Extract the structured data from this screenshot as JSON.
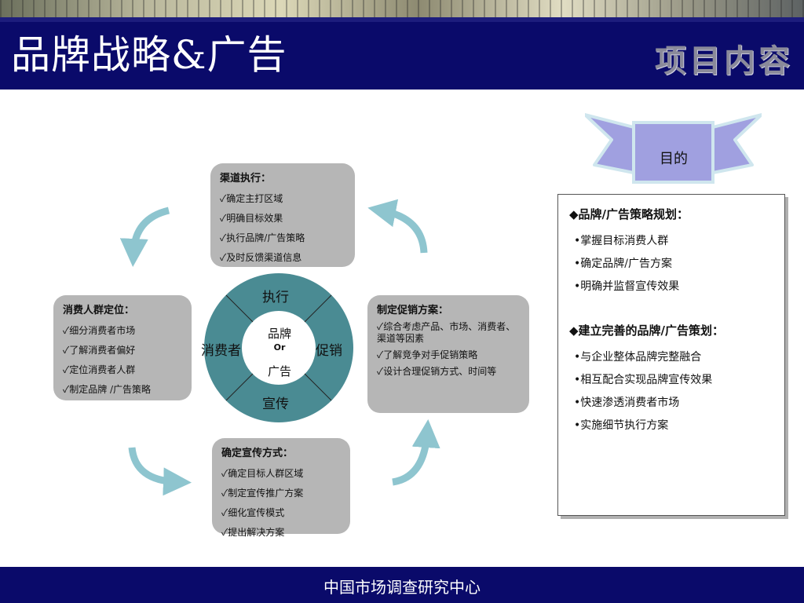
{
  "slide": {
    "title": "品牌战略&广告",
    "section": "项目内容",
    "footer": "中国市场调查研究中心"
  },
  "cards": {
    "channel": {
      "title": "渠道执行：",
      "items": [
        "✓确定主打区域",
        "✓明确目标效果",
        "✓执行品牌/广告策略",
        "✓及时反馈渠道信息"
      ]
    },
    "consumer": {
      "title": "消费人群定位：",
      "items": [
        "✓细分消费者市场",
        "✓了解消费者偏好",
        "✓定位消费者人群",
        "✓制定品牌  /广告策略"
      ]
    },
    "promotion": {
      "title": "制定促销方案：",
      "items": [
        "✓综合考虑产品、市场、消费者、渠道等因素",
        "✓了解竞争对手促销策略",
        "✓设计合理促销方式、时间等"
      ]
    },
    "publicity": {
      "title": "确定宣传方式：",
      "items": [
        "✓确定目标人群区域",
        "✓制定宣传推广方案",
        "✓细化宣传模式",
        "✓提出解决方案"
      ]
    }
  },
  "ring": {
    "top": "执行",
    "left": "消费者",
    "right": "促销",
    "bottom": "宣传",
    "center_top": "品牌",
    "center_mid": "Or",
    "center_bottom": "广告"
  },
  "purpose": {
    "ribbon": "目的",
    "group1": {
      "heading": "◆品牌/广告策略规划：",
      "items": [
        "•掌握目标消费人群",
        "•确定品牌/广告方案",
        "•明确并监督宣传效果"
      ]
    },
    "group2": {
      "heading": "◆建立完善的品牌/广告策划：",
      "items": [
        "•与企业整体品牌完整融合",
        "•相互配合实现品牌宣传效果",
        "•快速渗透消费者市场",
        "•实施细节执行方案"
      ]
    }
  },
  "colors": {
    "banner": "#0a0a6a",
    "ring": "#4a8b93",
    "card": "#b6b6b6",
    "arrow": "#8ec5cf",
    "ribbon": "#a0a0e0"
  },
  "icons": {
    "cycle_arrow": "curved-arrow-icon",
    "ribbon": "ribbon-banner-icon"
  }
}
